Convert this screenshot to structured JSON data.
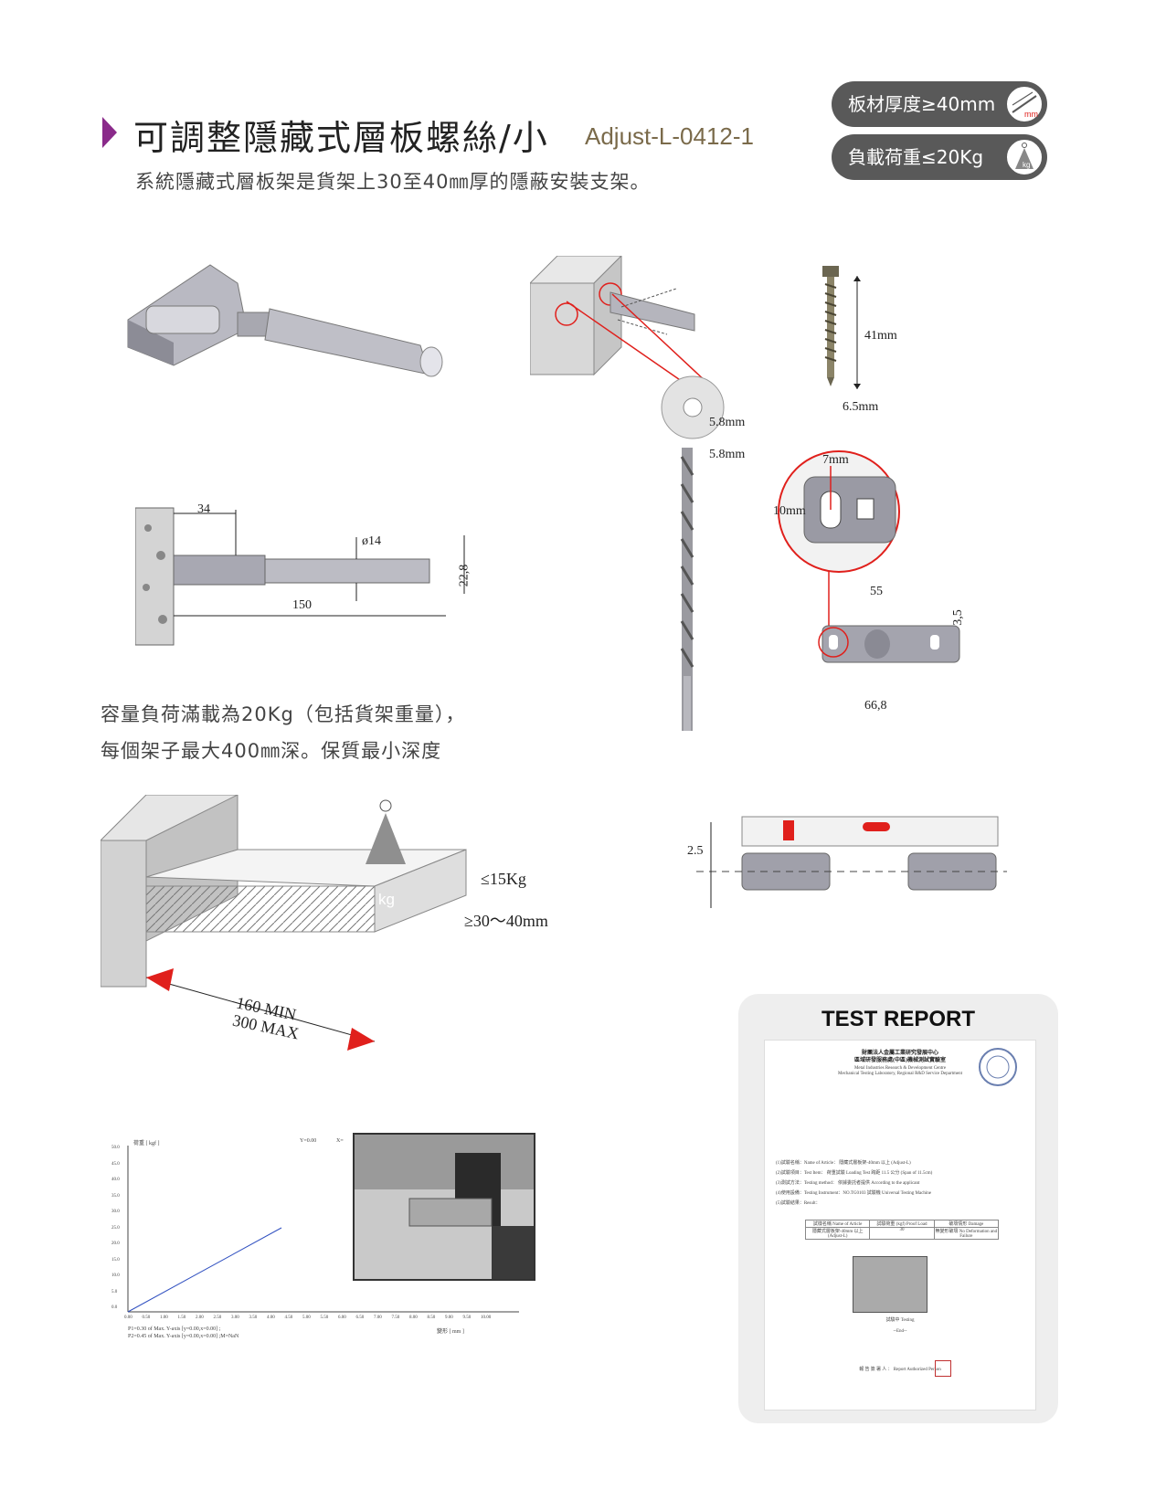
{
  "header": {
    "title": "可調整隱藏式層板螺絲/小",
    "model": "Adjust-L-0412-1",
    "subtitle": "系統隱藏式層板架是貨架上30至40㎜厚的隱蔽安裝支架。"
  },
  "badges": [
    {
      "label": "板材厚度≥40mm",
      "icon": "thickness-mm-icon",
      "icon_text": "mm"
    },
    {
      "label": "負載荷重≤20Kg",
      "icon": "weight-kg-icon",
      "icon_text": "kg"
    }
  ],
  "dims": {
    "bracket_34": "34",
    "bracket_dia": "ø14",
    "bracket_height": "22,8",
    "bracket_length": "150",
    "screw_length": "41mm",
    "screw_width": "6.5mm",
    "hole_dia": "5.8mm",
    "drill_dia": "5.8mm",
    "slot_w": "7mm",
    "slot_h": "10mm",
    "plate_55": "55",
    "plate_thick": "3,5",
    "plate_total": "66,8",
    "level_adjust": "2.5",
    "load_per": "≤15Kg",
    "board_thick": "≥30～40mm",
    "depth_min": "160 MIN",
    "depth_max": "300 MAX",
    "weight_text": "kg"
  },
  "caption": {
    "line1": "容量負荷滿載為20Kg（包括貨架重量），",
    "line2": "每個架子最大400㎜深。保質最小深度"
  },
  "colors": {
    "accent": "#8a2a8a",
    "badge": "#595959",
    "red": "#e0201c"
  },
  "graph": {
    "ylabel": "荷重 [ kgf ]",
    "top_mid": "Y=0.00",
    "top_right": "X=",
    "yticks": [
      "50.0",
      "45.0",
      "40.0",
      "35.0",
      "30.0",
      "25.0",
      "20.0",
      "15.0",
      "10.0",
      "5.0",
      "0.0"
    ],
    "xticks": [
      "0.00",
      "0.50",
      "1.00",
      "1.50",
      "2.00",
      "2.50",
      "3.00",
      "3.50",
      "4.00",
      "4.50",
      "5.00",
      "5.50",
      "6.00",
      "6.50",
      "7.00",
      "7.50",
      "8.00",
      "8.50",
      "9.00",
      "9.50",
      "10.00"
    ],
    "xlabel": "變形 [ mm ]",
    "note1": "P1=0.30 of Max. Y-axis [y=0.00,x=0.00] ;",
    "note2": "P2=0.45 of Max. Y-axis [y=0.00,x=0.00] ;M=NaN"
  },
  "report": {
    "title": "TEST  REPORT",
    "org1": "財團法人金屬工業研究發展中心",
    "org2": "區域研發服務處(中區)機械測試實驗室",
    "org_en1": "Metal Industries Research & Development Centre",
    "org_en2": "Mechanical Testing Laboratory, Regional R&D Service Department",
    "lines": [
      "(1)試驗名稱：Name of Article：  隱藏式層板架-40mm 以上 (Adjust-L)",
      "(2)試驗項目：Test Item：  荷重試驗 Loading Test  跨距 11.5 公分 (Span of 11.5cm)",
      "(3)測試方法：Testing method：  依據委託者提供 According to the applicant",
      "(4)使用設備：Testing Instrument：NO.TG0103 試驗機 Universal Testing Machine",
      "(5)試驗結果：Result："
    ],
    "table_head": [
      "試樣名稱 Name of Article",
      "試驗荷重 (kgf) Proof Load",
      "破壞情形 Damage"
    ],
    "table_row": [
      "隱藏式層板架-40mm 以上 (Adjust-L)",
      "30",
      "無變形破壞 No Deformation and Failure"
    ],
    "photo_caption": "試驗中 Testing",
    "end": "--End--",
    "sign": "報 告 簽 署 人 ： Report  Authorized  Person"
  }
}
